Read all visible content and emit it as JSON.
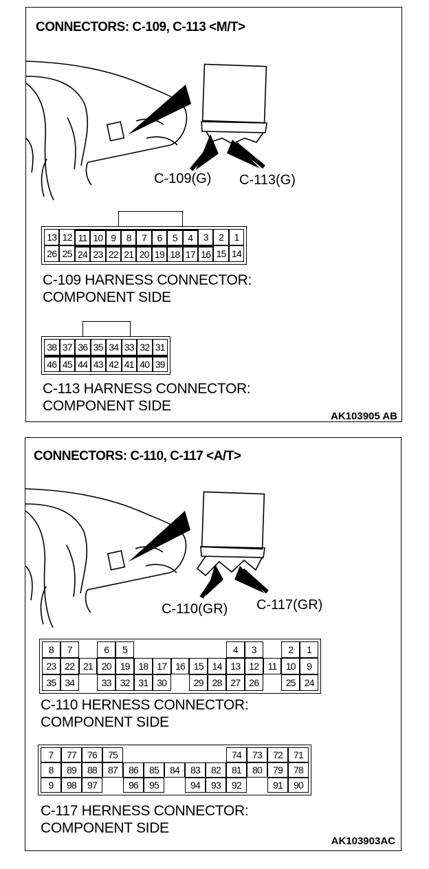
{
  "panel1": {
    "title": "CONNECTORS: C-109, C-113 <M/T>",
    "labels": {
      "left": "C-109(G)",
      "right": "C-113(G)"
    },
    "connector_a": {
      "rows": [
        [
          "13",
          "12",
          "11",
          "10",
          "9",
          "8",
          "7",
          "6",
          "5",
          "4",
          "3",
          "2",
          "1"
        ],
        [
          "26",
          "25",
          "24",
          "23",
          "22",
          "21",
          "20",
          "19",
          "18",
          "17",
          "16",
          "15",
          "14"
        ]
      ],
      "caption": "C-109 HARNESS CONNECTOR:\nCOMPONENT SIDE"
    },
    "connector_b": {
      "rows": [
        [
          "38",
          "37",
          "36",
          "35",
          "34",
          "33",
          "32",
          "31"
        ],
        [
          "46",
          "45",
          "44",
          "43",
          "42",
          "41",
          "40",
          "39"
        ]
      ],
      "caption": "C-113 HARNESS CONNECTOR:\nCOMPONENT SIDE"
    },
    "code": "AK103905 AB"
  },
  "panel2": {
    "title": "CONNECTORS: C-110, C-117 <A/T>",
    "labels": {
      "left": "C-110(GR)",
      "right": "C-117(GR)"
    },
    "connector_a": {
      "rows": [
        [
          "8",
          "7",
          "",
          "6",
          "5",
          "",
          "",
          "",
          "",
          "",
          "4",
          "3",
          "",
          "2",
          "1"
        ],
        [
          "23",
          "22",
          "21",
          "20",
          "19",
          "18",
          "17",
          "16",
          "15",
          "14",
          "13",
          "12",
          "11",
          "10",
          "9"
        ],
        [
          "35",
          "34",
          "",
          "33",
          "32",
          "31",
          "30",
          "",
          "29",
          "28",
          "27",
          "26",
          "",
          "25",
          "24"
        ]
      ],
      "caption": "C-110 HERNESS CONNECTOR:\nCOMPONENT SIDE"
    },
    "connector_b": {
      "rows": [
        [
          "7",
          "77",
          "76",
          "75",
          "",
          "",
          "",
          "",
          "",
          "74",
          "73",
          "72",
          "71"
        ],
        [
          "8",
          "89",
          "88",
          "87",
          "86",
          "85",
          "84",
          "83",
          "82",
          "81",
          "80",
          "79",
          "78"
        ],
        [
          "9",
          "98",
          "97",
          "",
          "96",
          "95",
          "",
          "94",
          "93",
          "92",
          "",
          "91",
          "90"
        ]
      ],
      "caption": "C-117 HERNESS CONNECTOR:\nCOMPONENT SIDE"
    },
    "code": "AK103903AC"
  }
}
